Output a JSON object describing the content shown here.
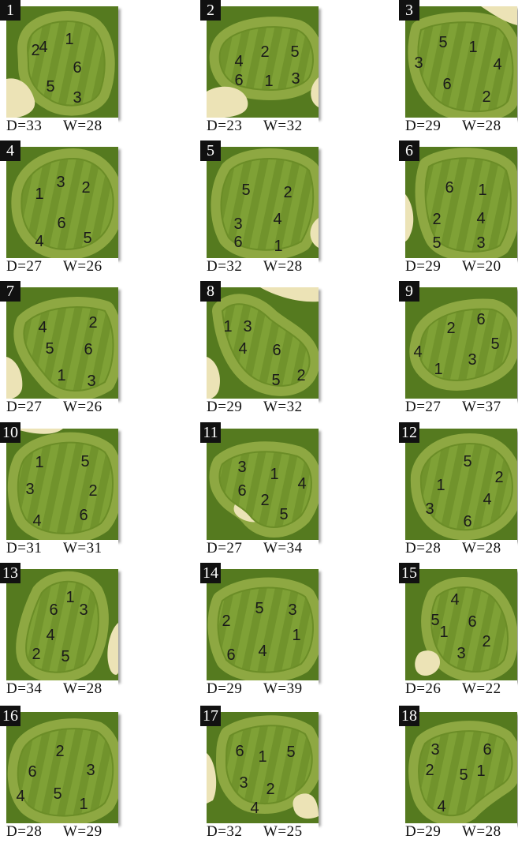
{
  "colors": {
    "rough": "#557a1f",
    "fringe": "#8ea842",
    "green_light": "#7fa136",
    "green_dark": "#71932c",
    "sand": "#ece3b6",
    "badge": "#111111"
  },
  "holes": [
    {
      "number": "1",
      "depth": "D=33",
      "width": "W=28",
      "pins": [
        "1",
        "2",
        "3",
        "4",
        "5",
        "6"
      ]
    },
    {
      "number": "2",
      "depth": "D=23",
      "width": "W=32",
      "pins": [
        "1",
        "2",
        "3",
        "4",
        "5",
        "6"
      ]
    },
    {
      "number": "3",
      "depth": "D=29",
      "width": "W=28",
      "pins": [
        "1",
        "2",
        "3",
        "4",
        "5",
        "6"
      ]
    },
    {
      "number": "4",
      "depth": "D=27",
      "width": "W=26",
      "pins": [
        "1",
        "2",
        "3",
        "4",
        "5",
        "6"
      ]
    },
    {
      "number": "5",
      "depth": "D=32",
      "width": "W=28",
      "pins": [
        "1",
        "2",
        "3",
        "4",
        "5",
        "6"
      ]
    },
    {
      "number": "6",
      "depth": "D=29",
      "width": "W=20",
      "pins": [
        "1",
        "2",
        "3",
        "4",
        "5",
        "6"
      ]
    },
    {
      "number": "7",
      "depth": "D=27",
      "width": "W=26",
      "pins": [
        "1",
        "2",
        "3",
        "4",
        "5",
        "6"
      ]
    },
    {
      "number": "8",
      "depth": "D=29",
      "width": "W=32",
      "pins": [
        "1",
        "2",
        "3",
        "4",
        "5",
        "6"
      ]
    },
    {
      "number": "9",
      "depth": "D=27",
      "width": "W=37",
      "pins": [
        "1",
        "2",
        "3",
        "4",
        "5",
        "6"
      ]
    },
    {
      "number": "10",
      "depth": "D=31",
      "width": "W=31",
      "pins": [
        "1",
        "2",
        "3",
        "4",
        "5",
        "6"
      ]
    },
    {
      "number": "11",
      "depth": "D=27",
      "width": "W=34",
      "pins": [
        "1",
        "2",
        "3",
        "4",
        "5",
        "6"
      ]
    },
    {
      "number": "12",
      "depth": "D=28",
      "width": "W=28",
      "pins": [
        "1",
        "2",
        "3",
        "4",
        "5",
        "6"
      ]
    },
    {
      "number": "13",
      "depth": "D=34",
      "width": "W=28",
      "pins": [
        "1",
        "2",
        "3",
        "4",
        "5",
        "6"
      ]
    },
    {
      "number": "14",
      "depth": "D=29",
      "width": "W=39",
      "pins": [
        "1",
        "2",
        "3",
        "4",
        "5",
        "6"
      ]
    },
    {
      "number": "15",
      "depth": "D=26",
      "width": "W=22",
      "pins": [
        "1",
        "2",
        "3",
        "4",
        "5",
        "6"
      ]
    },
    {
      "number": "16",
      "depth": "D=28",
      "width": "W=29",
      "pins": [
        "1",
        "2",
        "3",
        "4",
        "5",
        "6"
      ]
    },
    {
      "number": "17",
      "depth": "D=32",
      "width": "W=25",
      "pins": [
        "1",
        "2",
        "3",
        "4",
        "5",
        "6"
      ]
    },
    {
      "number": "18",
      "depth": "D=29",
      "width": "W=28",
      "pins": [
        "1",
        "2",
        "3",
        "4",
        "5",
        "6"
      ]
    }
  ]
}
